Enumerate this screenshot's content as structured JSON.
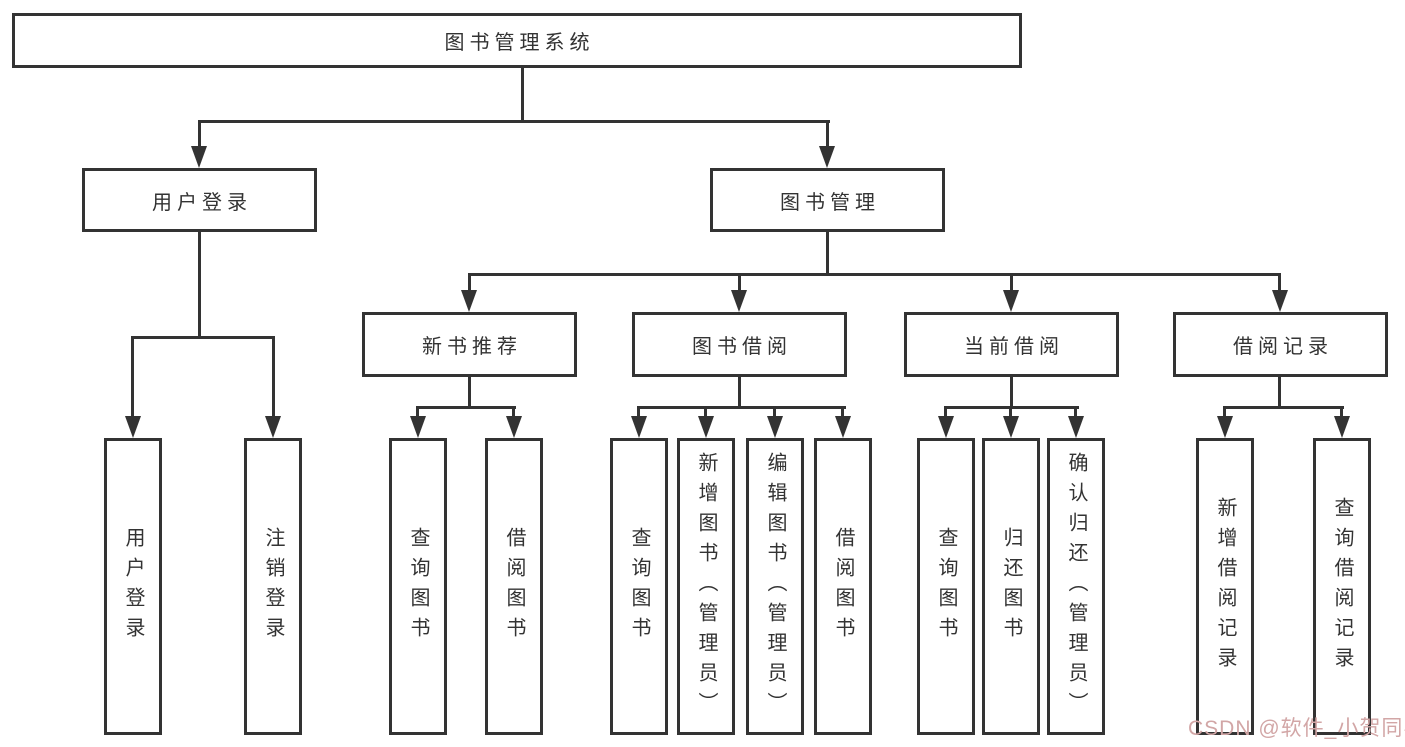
{
  "nodes": {
    "root": "图书管理系统",
    "level2": [
      "用户登录",
      "图书管理"
    ],
    "level3": [
      "新书推荐",
      "图书借阅",
      "当前借阅",
      "借阅记录"
    ],
    "leaves": {
      "login": [
        "用户登录",
        "注销登录"
      ],
      "recommend": [
        "查询图书",
        "借阅图书"
      ],
      "borrow": [
        "查询图书",
        "新增图书（管理员）",
        "编辑图书（管理员）",
        "借阅图书"
      ],
      "current": [
        "查询图书",
        "归还图书",
        "确认归还（管理员）"
      ],
      "records": [
        "新增借阅记录",
        "查询借阅记录"
      ]
    }
  },
  "colors": {
    "line": "#333333",
    "box_background": "#ffffff",
    "watermark": "#d2a6a6"
  },
  "watermark": "CSDN @软件_小贺同学"
}
